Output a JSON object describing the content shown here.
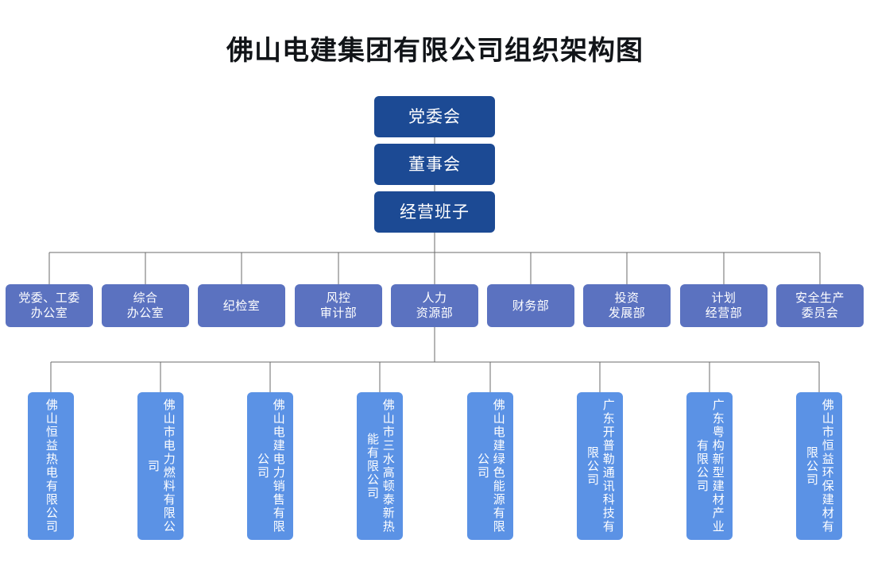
{
  "title": "佛山电建集团有限公司组织架构图",
  "colors": {
    "top_node": "#1C4A94",
    "department_node": "#5B72C0",
    "subsidiary_node": "#5B92E5",
    "connector_line": "#6B6B6B",
    "background": "#FFFFFF",
    "title_text": "#111418",
    "node_text": "#FFFFFF"
  },
  "executive": [
    {
      "label": "党委会"
    },
    {
      "label": "董事会"
    },
    {
      "label": "经营班子"
    }
  ],
  "departments": [
    {
      "label": "党委、工委\n办公室"
    },
    {
      "label": "综合\n办公室"
    },
    {
      "label": "纪检室"
    },
    {
      "label": "风控\n审计部"
    },
    {
      "label": "人力\n资源部"
    },
    {
      "label": "财务部"
    },
    {
      "label": "投资\n发展部"
    },
    {
      "label": "计划\n经营部"
    },
    {
      "label": "安全生产\n委员会"
    }
  ],
  "subsidiaries": [
    {
      "label": "佛山恒益热电有限公司"
    },
    {
      "label": "佛山市电力燃料有限公司"
    },
    {
      "label": "佛山电建电力销售有限公司"
    },
    {
      "label": "佛山市三水高顿泰新热能有限公司"
    },
    {
      "label": "佛山电建绿色能源有限公司"
    },
    {
      "label": "广东开普勒通讯科技有限公司"
    },
    {
      "label": "广东粤构新型建材产业有限公司"
    },
    {
      "label": "佛山市恒益环保建材有限公司"
    }
  ],
  "chart_data": {
    "type": "diagram",
    "diagram_type": "organization-chart",
    "title": "佛山电建集团有限公司组织架构图",
    "levels": [
      {
        "level": 1,
        "name": "executive",
        "nodes": [
          "党委会",
          "董事会",
          "经营班子"
        ],
        "layout": "vertical-stack"
      },
      {
        "level": 2,
        "name": "departments",
        "nodes": [
          "党委、工委办公室",
          "综合办公室",
          "纪检室",
          "风控审计部",
          "人力资源部",
          "财务部",
          "投资发展部",
          "计划经营部",
          "安全生产委员会"
        ],
        "layout": "horizontal-bus",
        "count": 9
      },
      {
        "level": 3,
        "name": "subsidiaries",
        "nodes": [
          "佛山恒益热电有限公司",
          "佛山市电力燃料有限公司",
          "佛山电建电力销售有限公司",
          "佛山市三水高顿泰新热能有限公司",
          "佛山电建绿色能源有限公司",
          "广东开普勒通讯科技有限公司",
          "广东粤构新型建材产业有限公司",
          "佛山市恒益环保建材有限公司"
        ],
        "layout": "horizontal-bus",
        "count": 8,
        "text_orientation": "vertical"
      }
    ],
    "edges": [
      {
        "from": "党委会",
        "to": "董事会"
      },
      {
        "from": "董事会",
        "to": "经营班子"
      },
      {
        "from": "经营班子",
        "to": "党委、工委办公室"
      },
      {
        "from": "经营班子",
        "to": "综合办公室"
      },
      {
        "from": "经营班子",
        "to": "纪检室"
      },
      {
        "from": "经营班子",
        "to": "风控审计部"
      },
      {
        "from": "经营班子",
        "to": "人力资源部"
      },
      {
        "from": "经营班子",
        "to": "财务部"
      },
      {
        "from": "经营班子",
        "to": "投资发展部"
      },
      {
        "from": "经营班子",
        "to": "计划经营部"
      },
      {
        "from": "经营班子",
        "to": "安全生产委员会"
      },
      {
        "from": "经营班子",
        "to": "佛山恒益热电有限公司"
      },
      {
        "from": "经营班子",
        "to": "佛山市电力燃料有限公司"
      },
      {
        "from": "经营班子",
        "to": "佛山电建电力销售有限公司"
      },
      {
        "from": "经营班子",
        "to": "佛山市三水高顿泰新热能有限公司"
      },
      {
        "from": "经营班子",
        "to": "佛山电建绿色能源有限公司"
      },
      {
        "from": "经营班子",
        "to": "广东开普勒通讯科技有限公司"
      },
      {
        "from": "经营班子",
        "to": "广东粤构新型建材产业有限公司"
      },
      {
        "from": "经营班子",
        "to": "佛山市恒益环保建材有限公司"
      }
    ]
  }
}
